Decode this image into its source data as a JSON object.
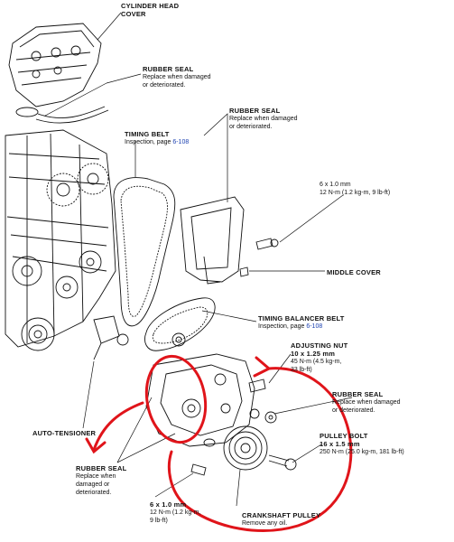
{
  "labels": {
    "cylinder_head_cover": {
      "title_1": "CYLINDER HEAD",
      "title_2": "COVER"
    },
    "rubber_seal_top": {
      "title": "RUBBER SEAL",
      "desc_1": "Replace when damaged",
      "desc_2": "or deteriorated."
    },
    "rubber_seal_middle": {
      "title": "RUBBER SEAL",
      "desc_1": "Replace when damaged",
      "desc_2": "or deteriorated."
    },
    "timing_belt": {
      "title": "TIMING BELT",
      "desc": "Inspection, page",
      "page": "6-108"
    },
    "bolt_6x1_upper": {
      "size": "6 x 1.0 mm",
      "torque": "12 N-m (1.2 kg-m, 9 lb-ft)"
    },
    "middle_cover": {
      "title": "MIDDLE COVER"
    },
    "timing_balancer_belt": {
      "title": "TIMING BALANCER BELT",
      "desc": "Inspection, page",
      "page": "6-108"
    },
    "adjusting_nut": {
      "title": "ADJUSTING NUT",
      "size": "10 x 1.25 mm",
      "torque_1": "45 N-m (4.5 kg-m,",
      "torque_2": "33 lb-ft)"
    },
    "rubber_seal_right": {
      "title": "RUBBER SEAL",
      "desc_1": "Replace when damaged",
      "desc_2": "or deteriorated."
    },
    "auto_tensioner": {
      "title": "AUTO-TENSIONER"
    },
    "pulley_bolt": {
      "title": "PULLEY BOLT",
      "size": "16 x 1.5 mm",
      "torque": "250 N-m (25.0 kg-m,  181 lb-ft)"
    },
    "rubber_seal_bottom": {
      "title": "RUBBER SEAL",
      "desc_1": "Replace when",
      "desc_2": "damaged or",
      "desc_3": "deteriorated."
    },
    "bolt_6x1_lower": {
      "size": "6 x 1.0 mm",
      "torque_1": "12 N-m (1.2 kg-m,",
      "torque_2": "9 lb-ft)"
    },
    "crankshaft_pulley": {
      "title": "CRANKSHAFT PULLEY",
      "desc": "Remove any oil."
    }
  },
  "colors": {
    "ink": "#111111",
    "link": "#1a3fb0",
    "markup": "#e0141a"
  }
}
